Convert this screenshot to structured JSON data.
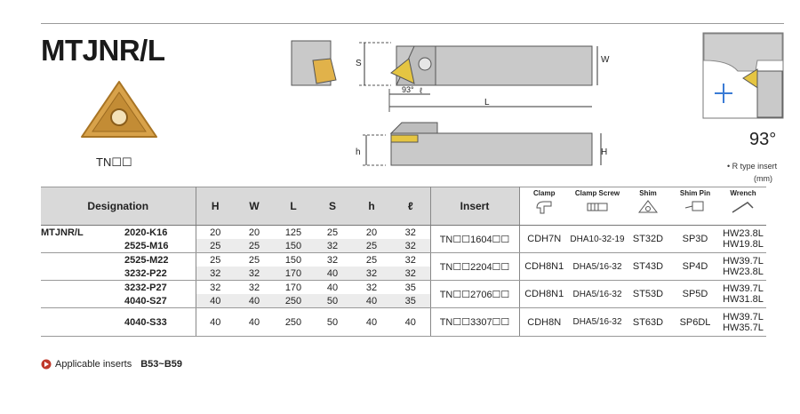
{
  "title": "MTJNR/L",
  "insert_code": "TN☐☐",
  "angle": "93°",
  "r_type_note": "• R type insert",
  "unit": "(mm)",
  "diagram_labels": {
    "S": "S",
    "W": "W",
    "L": "L",
    "ell": "ℓ",
    "a93": "93°",
    "h": "h",
    "H": "H"
  },
  "table": {
    "headers": {
      "designation": "Designation",
      "H": "H",
      "W": "W",
      "L": "L",
      "S": "S",
      "h": "h",
      "ell": "ℓ",
      "insert": "Insert",
      "clamp": "Clamp",
      "clamp_screw": "Clamp Screw",
      "shim": "Shim",
      "shim_pin": "Shim Pin",
      "wrench": "Wrench"
    },
    "series": "MTJNR/L",
    "rows": [
      {
        "designation": "2020-K16",
        "H": "20",
        "W": "20",
        "L": "125",
        "S": "25",
        "h": "20",
        "ell": "32"
      },
      {
        "designation": "2525-M16",
        "H": "25",
        "W": "25",
        "L": "150",
        "S": "32",
        "h": "25",
        "ell": "32"
      },
      {
        "designation": "2525-M22",
        "H": "25",
        "W": "25",
        "L": "150",
        "S": "32",
        "h": "25",
        "ell": "32"
      },
      {
        "designation": "3232-P22",
        "H": "32",
        "W": "32",
        "L": "170",
        "S": "40",
        "h": "32",
        "ell": "32"
      },
      {
        "designation": "3232-P27",
        "H": "32",
        "W": "32",
        "L": "170",
        "S": "40",
        "h": "32",
        "ell": "35"
      },
      {
        "designation": "4040-S27",
        "H": "40",
        "W": "40",
        "L": "250",
        "S": "50",
        "h": "40",
        "ell": "35"
      },
      {
        "designation": "4040-S33",
        "H": "40",
        "W": "40",
        "L": "250",
        "S": "50",
        "h": "40",
        "ell": "40"
      }
    ],
    "groups": [
      {
        "insert": "TN☐☐1604☐☐",
        "clamp": "CDH7N",
        "clamp_screw": "DHA10-32-19",
        "shim": "ST32D",
        "shim_pin": "SP3D",
        "wrench1": "HW23.8L",
        "wrench2": "HW19.8L"
      },
      {
        "insert": "TN☐☐2204☐☐",
        "clamp": "CDH8N1",
        "clamp_screw": "DHA5/16-32",
        "shim": "ST43D",
        "shim_pin": "SP4D",
        "wrench1": "HW39.7L",
        "wrench2": "HW23.8L"
      },
      {
        "insert": "TN☐☐2706☐☐",
        "clamp": "CDH8N1",
        "clamp_screw": "DHA5/16-32",
        "shim": "ST53D",
        "shim_pin": "SP5D",
        "wrench1": "HW39.7L",
        "wrench2": "HW31.8L"
      },
      {
        "insert": "TN☐☐3307☐☐",
        "clamp": "CDH8N",
        "clamp_screw": "DHA5/16-32",
        "shim": "ST63D",
        "shim_pin": "SP6DL",
        "wrench1": "HW39.7L",
        "wrench2": "HW35.7L"
      }
    ]
  },
  "footer": {
    "text": "Applicable inserts",
    "ref": "B53~B59"
  },
  "colors": {
    "insert_gold": "#d8a24a",
    "body_grey": "#c9c9c9",
    "header_grey": "#d9d9d9"
  }
}
